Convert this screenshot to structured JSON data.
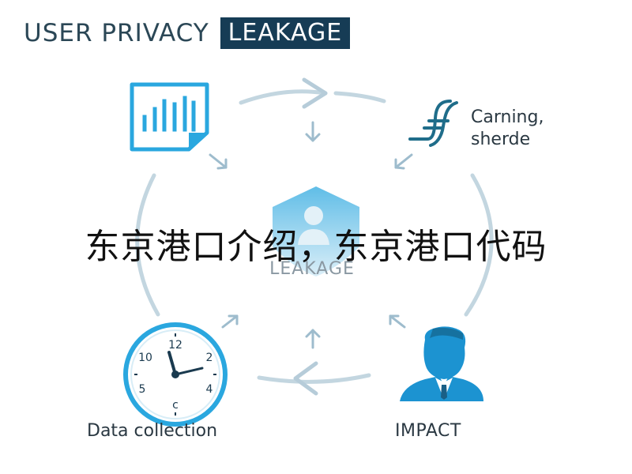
{
  "title": {
    "part1": "USER PRIVACY",
    "part2": "LEAKAGE"
  },
  "labels": {
    "top_right_line1": "Carning,",
    "top_right_line2": "sherde",
    "center": "LEAKAGE",
    "bottom_left": "Data collection",
    "bottom_right": "IMPACT"
  },
  "clock_numbers": [
    "12",
    "2",
    "4",
    "c",
    "5",
    "10"
  ],
  "overlay_text": "东京港口介绍，东京港口代码",
  "icons": [
    "bar-chart-document-icon",
    "dollar-sign-icon",
    "shield-user-icon",
    "clock-icon",
    "businessman-icon"
  ],
  "colors": {
    "title_text": "#2b4756",
    "title_box": "#163c55",
    "accent_blue": "#2aa7df",
    "arrow_grey": "#b9cfdb"
  }
}
